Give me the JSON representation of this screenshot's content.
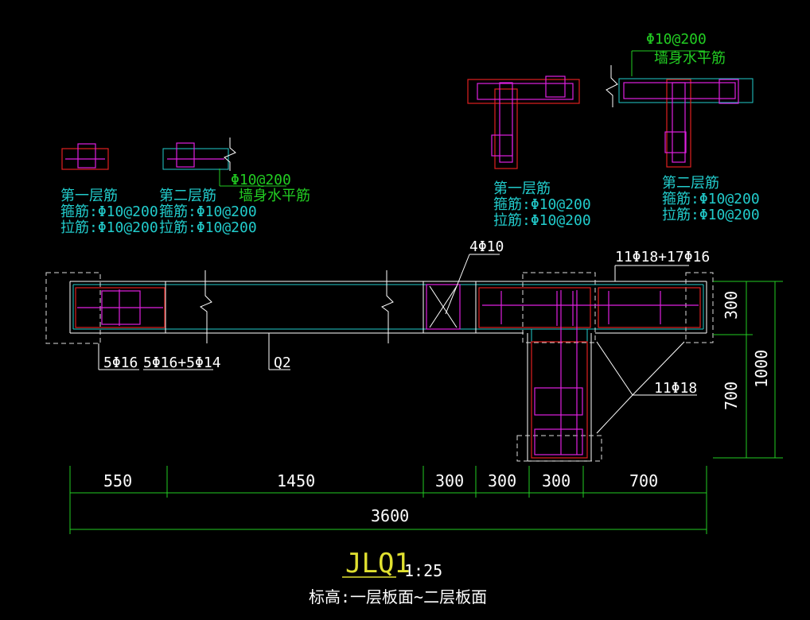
{
  "colors": {
    "background": "#000000",
    "cyan": "#22cccc",
    "red": "#e02020",
    "magenta": "#e020e0",
    "green": "#22cc22",
    "yellow": "#e0e030",
    "white": "#ffffff"
  },
  "details": {
    "small_a": {
      "line1": "第一层筋",
      "line2": "箍筋:Φ10@200",
      "line3": "拉筋:Φ10@200"
    },
    "small_b": {
      "line1": "第二层筋",
      "line2": "箍筋:Φ10@200",
      "line3": "拉筋:Φ10@200",
      "callout": "Φ10@200",
      "callout2": "墙身水平筋"
    },
    "tee_a": {
      "line1": "第一层筋",
      "line2": "箍筋:Φ10@200",
      "line3": "拉筋:Φ10@200"
    },
    "tee_b": {
      "line1": "第二层筋",
      "line2": "箍筋:Φ10@200",
      "line3": "拉筋:Φ10@200",
      "callout": "Φ10@200",
      "callout2": "墙身水平筋"
    }
  },
  "plan": {
    "label_4phi10": "4Φ10",
    "label_top_right": "11Φ18+17Φ16",
    "label_5phi16": "5Φ16",
    "label_5phi16_5phi14": "5Φ16+5Φ14",
    "label_q2": "Q2",
    "label_11phi18": "11Φ18"
  },
  "dimensions": {
    "bottom": [
      "550",
      "1450",
      "300",
      "300",
      "300",
      "700"
    ],
    "total": "3600",
    "right_300": "300",
    "right_700": "700",
    "right_1000": "1000"
  },
  "title": {
    "name": "JLQ1",
    "scale": "1:25",
    "elevation": "标高:一层板面~二层板面"
  }
}
